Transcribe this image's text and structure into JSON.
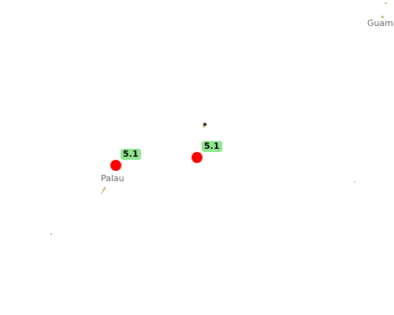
{
  "colors": {
    "quake_marker": "#ff0000",
    "magnitude_badge": "#8ee68e",
    "land": "#c9b27a"
  },
  "places": {
    "guam": "Guam",
    "palau": "Palau"
  },
  "earthquakes": [
    {
      "magnitude": "5.1"
    },
    {
      "magnitude": "5.1"
    }
  ]
}
